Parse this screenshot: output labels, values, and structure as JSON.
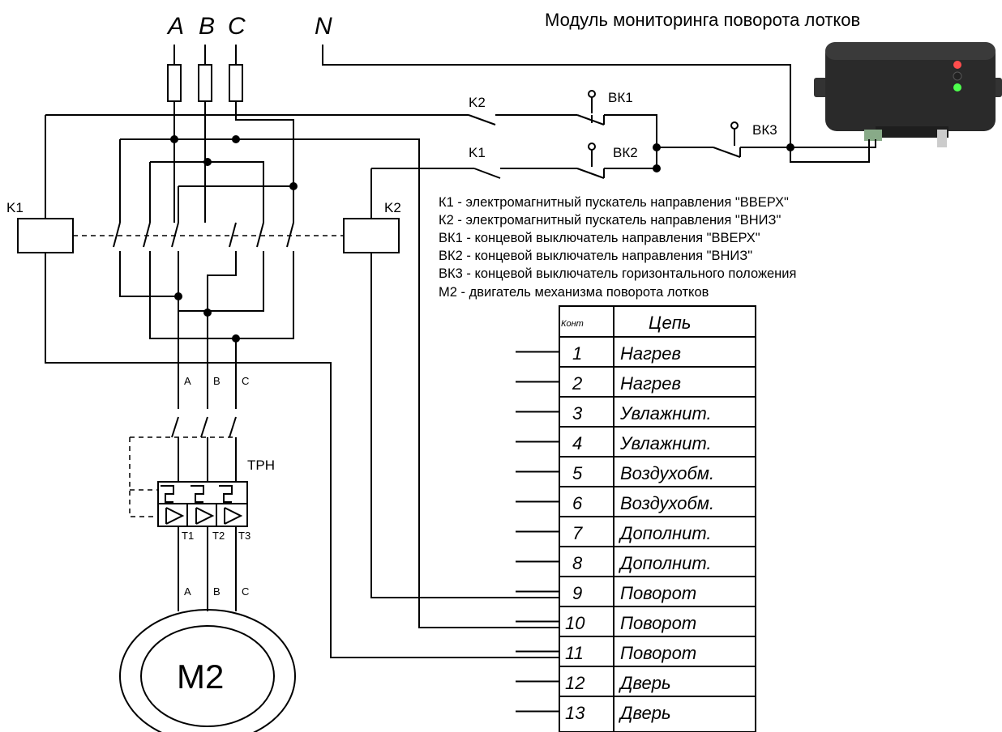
{
  "phases": {
    "a": "A",
    "b": "B",
    "c": "C",
    "n": "N"
  },
  "module": {
    "title": "Модуль мониторинга поворота лотков"
  },
  "labels": {
    "k1_coil": "K1",
    "k2_coil": "K2",
    "k2_contact": "K2",
    "k1_contact": "K1",
    "vk1": "ВК1",
    "vk2": "ВК2",
    "vk3": "ВК3",
    "a_mid": "A",
    "b_mid": "B",
    "c_mid": "C",
    "trn": "ТРН",
    "t1": "T1",
    "t2": "T2",
    "t3": "T3",
    "a_low": "A",
    "b_low": "B",
    "c_low": "C",
    "motor": "M2"
  },
  "legend": [
    "К1 - электромагнитный пускатель направления \"ВВЕРХ\"",
    "К2 -  электромагнитный пускатель направления \"ВНИЗ\"",
    "ВК1 - концевой выключатель направления \"ВВЕРХ\"",
    "ВК2 - концевой выключатель направления \"ВНИЗ\"",
    "ВК3 - концевой выключатель горизонтального положения",
    "М2 - двигатель механизма поворота лотков"
  ],
  "table": {
    "header_contact": "Конт",
    "header_circuit": "Цепь",
    "rows": [
      {
        "num": "1",
        "circuit": "Нагрев"
      },
      {
        "num": "2",
        "circuit": "Нагрев"
      },
      {
        "num": "3",
        "circuit": "Увлажнит."
      },
      {
        "num": "4",
        "circuit": "Увлажнит."
      },
      {
        "num": "5",
        "circuit": "Воздухобм."
      },
      {
        "num": "6",
        "circuit": "Воздухобм."
      },
      {
        "num": "7",
        "circuit": "Дополнит."
      },
      {
        "num": "8",
        "circuit": "Дополнит."
      },
      {
        "num": "9",
        "circuit": "Поворот"
      },
      {
        "num": "10",
        "circuit": "Поворот"
      },
      {
        "num": "11",
        "circuit": "Поворот"
      },
      {
        "num": "12",
        "circuit": "Дверь"
      },
      {
        "num": "13",
        "circuit": "Дверь"
      }
    ]
  },
  "colors": {
    "led_red": "#ff4d4d",
    "led_dark": "#222222",
    "led_green": "#4dff4d",
    "device_body": "#2a2a2a"
  }
}
